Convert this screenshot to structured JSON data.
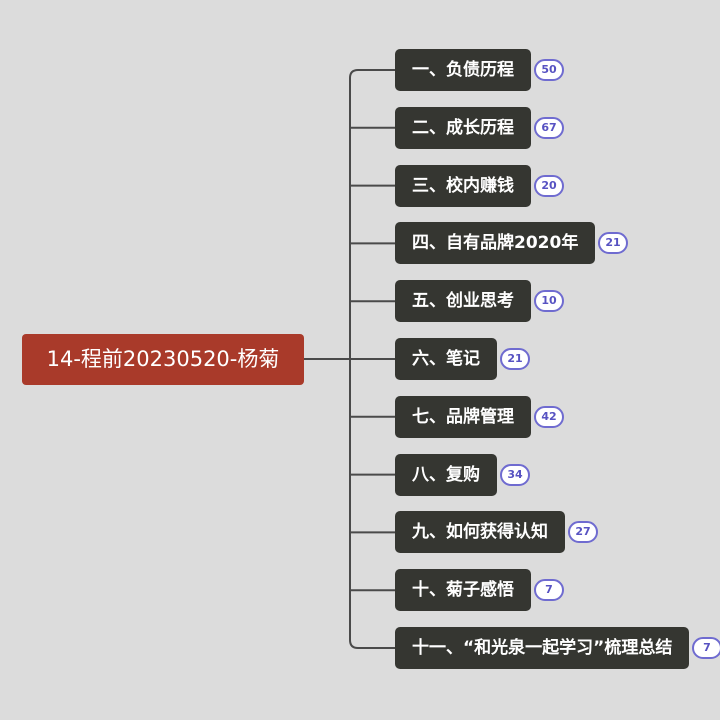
{
  "root": {
    "label": "14-程前20230520-杨菊"
  },
  "children": [
    {
      "label": "一、负债历程",
      "count": "50"
    },
    {
      "label": "二、成长历程",
      "count": "67"
    },
    {
      "label": "三、校内赚钱",
      "count": "20"
    },
    {
      "label": "四、自有品牌2020年",
      "count": "21"
    },
    {
      "label": "五、创业思考",
      "count": "10"
    },
    {
      "label": "六、笔记",
      "count": "21"
    },
    {
      "label": "七、品牌管理",
      "count": "42"
    },
    {
      "label": "八、复购",
      "count": "34"
    },
    {
      "label": "九、如何获得认知",
      "count": "27"
    },
    {
      "label": "十、菊子感悟",
      "count": "7"
    },
    {
      "label": "十一、“和光泉一起学习”梳理总结",
      "count": "7"
    }
  ],
  "colors": {
    "background": "#dcdcdc",
    "root_fill": "#a93a2a",
    "node_fill": "#353631",
    "connector": "#4a4a4a",
    "badge_border": "#6f6bd0",
    "badge_text": "#5752c2"
  }
}
